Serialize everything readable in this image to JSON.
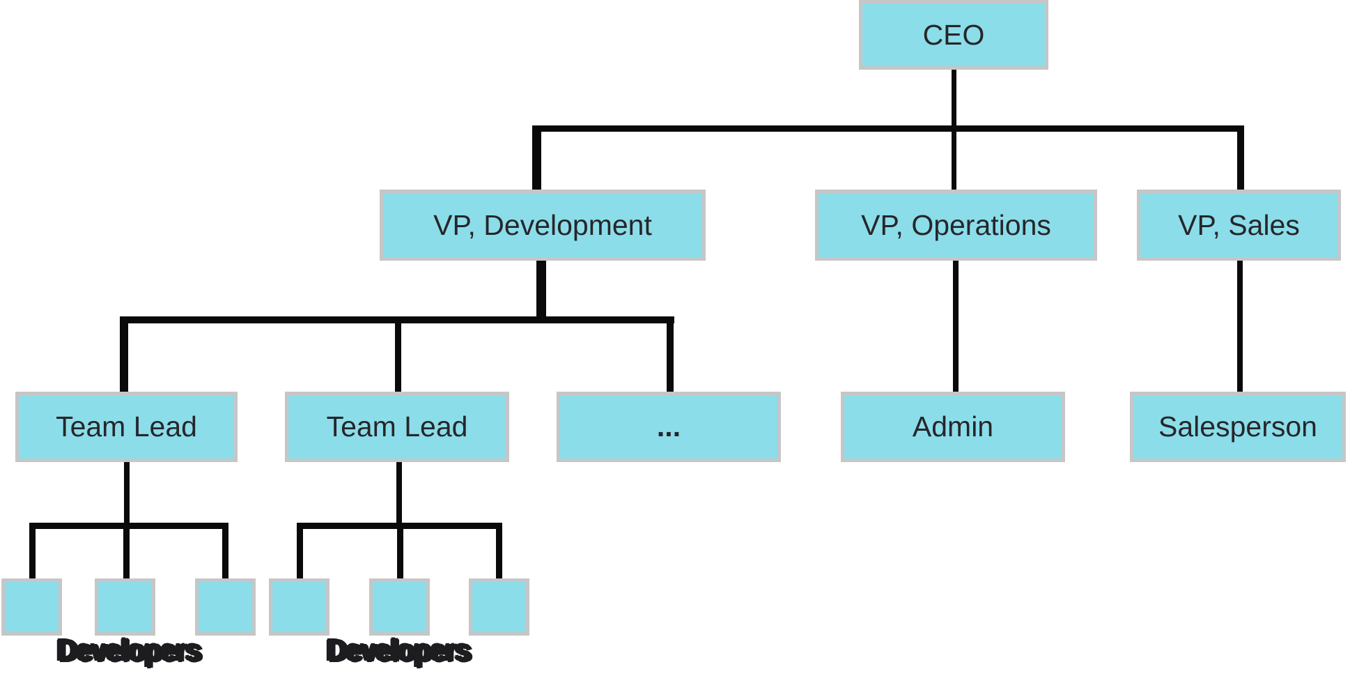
{
  "diagram": {
    "type": "org-chart",
    "nodes": {
      "ceo": {
        "label": "CEO"
      },
      "vp_development": {
        "label": "VP, Development"
      },
      "vp_operations": {
        "label": "VP, Operations"
      },
      "vp_sales": {
        "label": "VP, Sales"
      },
      "team_lead_1": {
        "label": "Team Lead"
      },
      "team_lead_2": {
        "label": "Team Lead"
      },
      "ellipsis": {
        "label": "..."
      },
      "admin": {
        "label": "Admin"
      },
      "salesperson": {
        "label": "Salesperson"
      },
      "developers_group_1": {
        "label": "Developers",
        "unlabeled_box_count": 3
      },
      "developers_group_2": {
        "label": "Developers",
        "unlabeled_box_count": 3
      }
    },
    "hierarchy": [
      {
        "parent": "CEO",
        "children": [
          "VP, Development",
          "VP, Operations",
          "VP, Sales"
        ]
      },
      {
        "parent": "VP, Development",
        "children": [
          "Team Lead",
          "Team Lead",
          "..."
        ]
      },
      {
        "parent": "VP, Operations",
        "children": [
          "Admin"
        ]
      },
      {
        "parent": "VP, Sales",
        "children": [
          "Salesperson"
        ]
      },
      {
        "parent": "Team Lead (left)",
        "children": [
          "Developers (3 boxes)"
        ]
      },
      {
        "parent": "Team Lead (right)",
        "children": [
          "Developers (3 boxes)"
        ]
      }
    ],
    "colors": {
      "node_fill": "#8BDDE9",
      "node_border": "#C6C6C7",
      "connector": "#0A0A0A",
      "text": "#26262A",
      "background": "#FFFFFF"
    }
  }
}
